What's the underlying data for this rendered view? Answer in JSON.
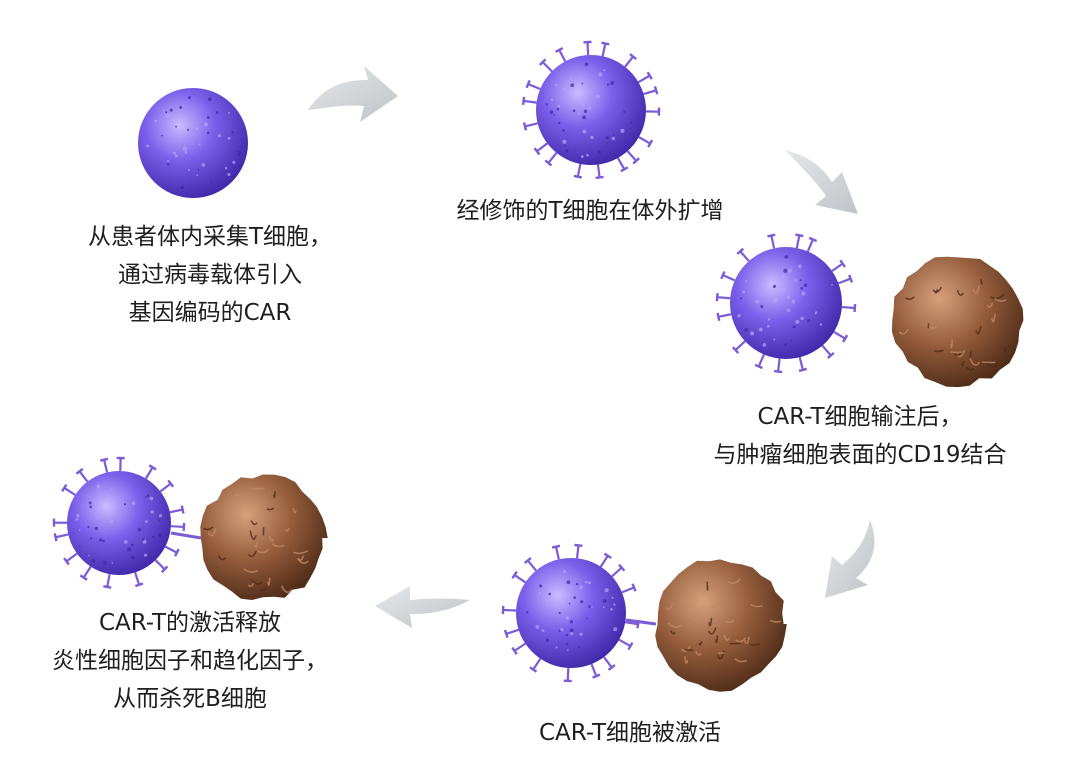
{
  "colors": {
    "t_cell": "#6a4fe0",
    "t_cell_light": "#b4a4ff",
    "t_cell_dark": "#3e27a8",
    "receptor": "#7b5bd6",
    "tumor_cell": "#8a5638",
    "tumor_light": "#c08a67",
    "tumor_dark": "#4e2b17",
    "arrow": "#cfd3d6",
    "text": "#1f1f1f"
  },
  "steps": [
    {
      "lines": [
        "从患者体内采集T细胞，",
        "通过病毒载体引入",
        "基因编码的CAR"
      ]
    },
    {
      "lines": [
        "经修饰的T细胞在体外扩增"
      ]
    },
    {
      "lines": [
        "CAR-T细胞输注后，",
        "与肿瘤细胞表面的CD19结合"
      ]
    },
    {
      "lines": [
        "CAR-T细胞被激活"
      ]
    },
    {
      "lines": [
        "CAR-T的激活释放",
        "炎性细胞因子和趋化因子，",
        "从而杀死B细胞"
      ]
    }
  ],
  "icons": {
    "t_cell": "t-cell-icon",
    "tumor_cell": "tumor-cell-icon",
    "arrow": "curved-arrow-icon"
  }
}
